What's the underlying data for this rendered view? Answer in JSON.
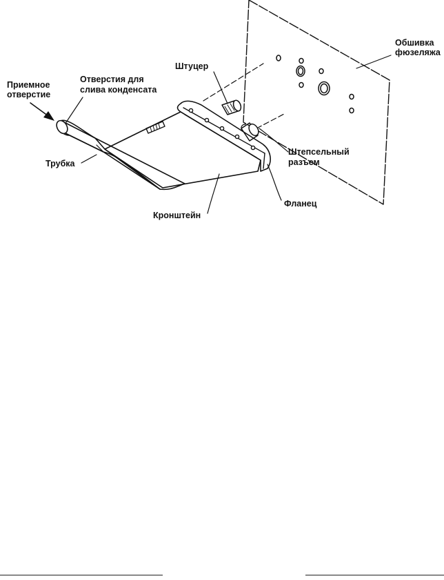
{
  "labels": {
    "priemnoe_line1": "Приемное",
    "priemnoe_line2": "отверстие",
    "otverstiya_line1": "Отверстия для",
    "otverstiya_line2": "слива конденсата",
    "shtutser": "Штуцер",
    "obshivka_line1": "Обшивка",
    "obshivka_line2": "фюзеляжа",
    "trubka": "Трубка",
    "shtepselny_line1": "Штепсельный",
    "shtepselny_line2": "разъем",
    "flanets": "Фланец",
    "kronshtein": "Кронштейн"
  }
}
